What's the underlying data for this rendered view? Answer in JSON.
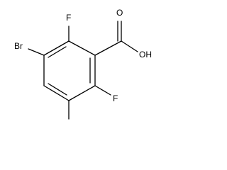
{
  "molecule": {
    "atoms": {
      "bromine": "Br",
      "fluorine_top": "F",
      "fluorine_right": "F",
      "carbonyl_oxygen": "O",
      "hydroxyl": "OH"
    }
  }
}
